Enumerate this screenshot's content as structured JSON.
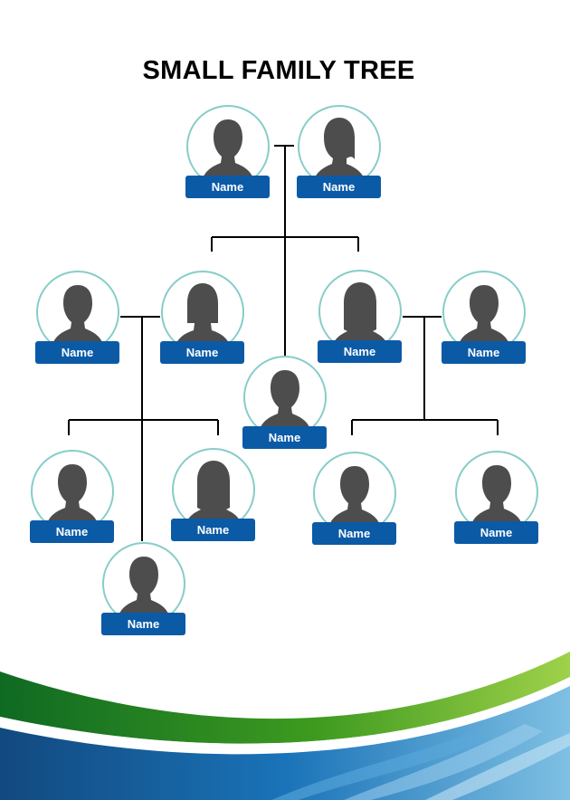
{
  "title": "SMALL FAMILY TREE",
  "colors": {
    "circle_border": "#86cdc8",
    "silhouette": "#4d4d4d",
    "name_tag": "#0b5aa6",
    "connector": "#000000",
    "wave_green": "#3d9a1f",
    "wave_blue": "#1a73b8"
  },
  "people": [
    {
      "id": "grandfather",
      "icon": "male-silhouette-icon",
      "name": "Name"
    },
    {
      "id": "grandmother",
      "icon": "female-silhouette-icon",
      "name": "Name"
    },
    {
      "id": "gen2-left-man",
      "icon": "male-silhouette-icon",
      "name": "Name"
    },
    {
      "id": "gen2-left-woman",
      "icon": "female-silhouette-icon",
      "name": "Name"
    },
    {
      "id": "gen2-right-woman",
      "icon": "female-silhouette-icon",
      "name": "Name"
    },
    {
      "id": "gen2-right-man",
      "icon": "male-silhouette-icon",
      "name": "Name"
    },
    {
      "id": "gen2-center",
      "icon": "male-silhouette-icon",
      "name": "Name"
    },
    {
      "id": "gen3-left-1",
      "icon": "male-silhouette-icon",
      "name": "Name"
    },
    {
      "id": "gen3-left-2",
      "icon": "female-silhouette-icon",
      "name": "Name"
    },
    {
      "id": "gen3-left-3",
      "icon": "male-silhouette-icon",
      "name": "Name"
    },
    {
      "id": "gen3-right-1",
      "icon": "male-silhouette-icon",
      "name": "Name"
    },
    {
      "id": "gen3-right-2",
      "icon": "male-silhouette-icon",
      "name": "Name"
    }
  ]
}
